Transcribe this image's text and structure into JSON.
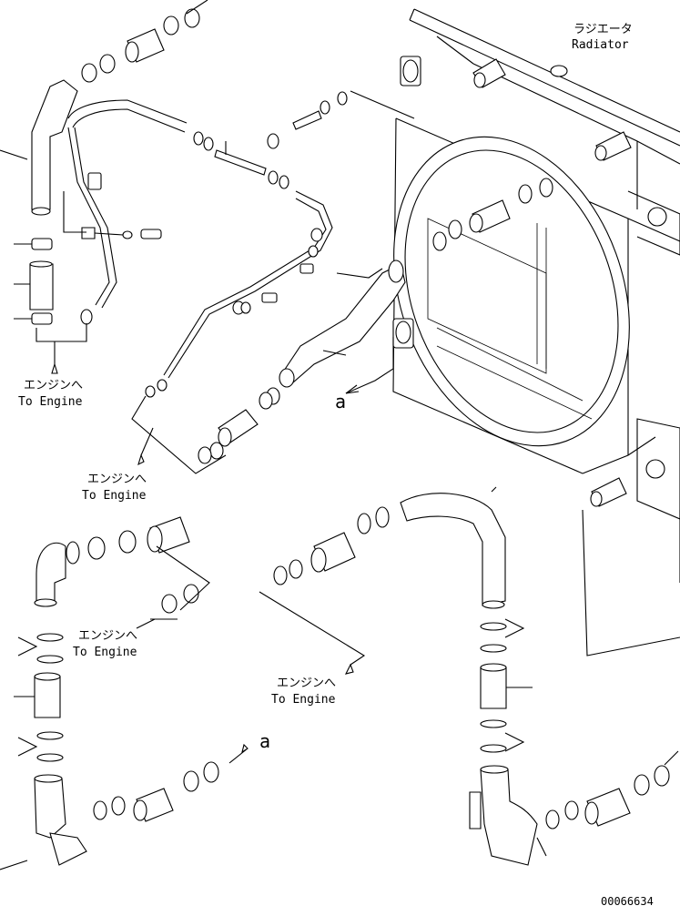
{
  "radiator": {
    "jp": "ラジエータ",
    "en": "Radiator"
  },
  "to_engine_labels": [
    {
      "jp": "エンジンへ",
      "en": "To Engine"
    },
    {
      "jp": "エンジンへ",
      "en": "To Engine"
    },
    {
      "jp": "エンジンへ",
      "en": "To Engine"
    },
    {
      "jp": "エンジンへ",
      "en": "To Engine"
    }
  ],
  "ref_marks": [
    "a",
    "a"
  ],
  "drawing_number": "00066634"
}
